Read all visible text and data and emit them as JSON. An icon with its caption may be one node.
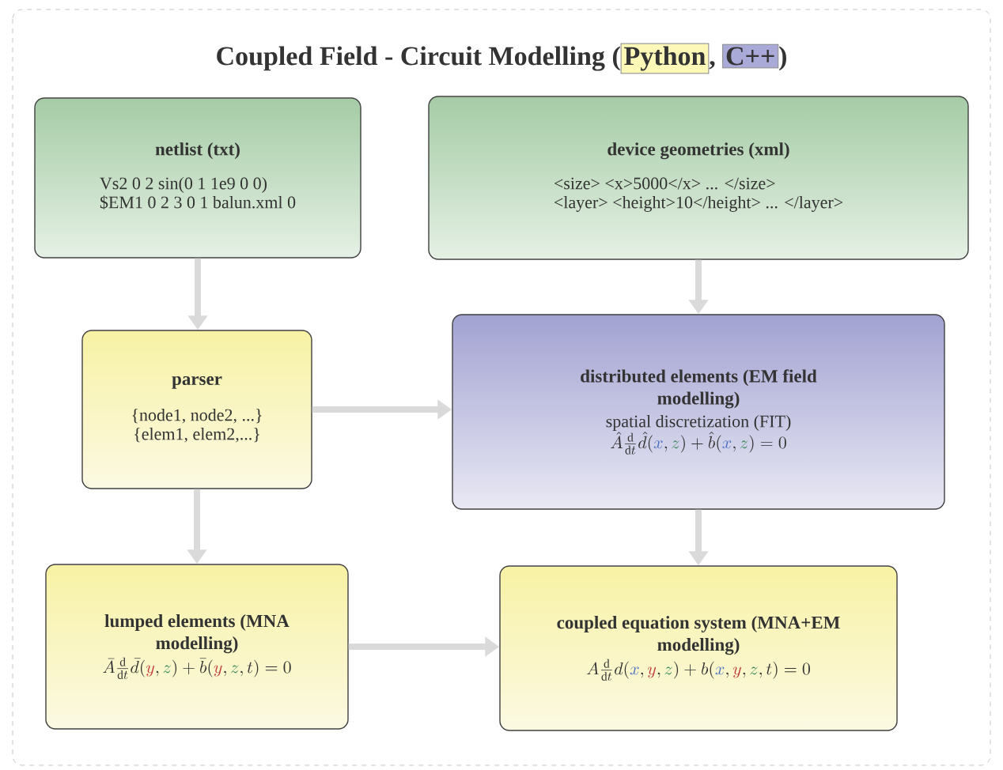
{
  "diagram": {
    "title": "Coupled Field - Circuit Modelling",
    "nodes": [
      {
        "text": [
          "netlist (txt)",
          "Vs2 0 2 sin(0 1 1e9 0 0)",
          "$EM1 0 2 3 0 1 balun.xml 0"
        ]
      },
      {
        "text": [
          "device geometries (xml)",
          "<size> <x>5000</x> ... </size>",
          "<layer> <height>10</height> ... </layer>"
        ]
      },
      {
        "text": [
          "parser",
          "{node1, node2, ...}",
          "{elem1, elem2,...}"
        ]
      },
      {
        "text": [
          "distributed elements (EM field modelling)",
          "spatial discretization (FIT)",
          "\\hat{A}\\frac{\\mathrm{d}}{\\mathrm{d}t}\\hat{d}(\\textcolor{vx}{x},\\textcolor{vz}{z})+\\hat{b}(\\textcolor{vx}{x},\\textcolor{vz}{z})=0"
        ]
      },
      {
        "text": [
          "lumped elements (MNA modelling)",
          "\\bar{A}\\frac{\\mathrm{d}}{\\mathrm{d}t}\\bar{d}(\\textcolor{vy}{y},\\textcolor{vz}{z})+\\bar{b}(\\textcolor{vy}{y},\\textcolor{vz}{z},t)=0"
        ]
      },
      {
        "text": [
          "coupled equation system (MNA+EM modelling)",
          "A\\frac{\\mathrm{d}}{\\mathrm{d}t}d(\\textcolor{vx}{x},\\textcolor{vy}{y},\\textcolor{vz}{z})+b(\\textcolor{vx}{x},\\textcolor{vy}{y},\\textcolor{vz}{z},t)=0"
        ]
      }
    ],
    "edges": [
      {
        "from": 0,
        "to": 2,
        "arrow": "to"
      },
      {
        "from": 1,
        "to": 3,
        "arrow": "to"
      },
      {
        "from": 2,
        "to": 3,
        "arrow": "to"
      },
      {
        "from": 2,
        "to": 4,
        "arrow": "to"
      },
      {
        "from": 3,
        "to": 5,
        "arrow": "to"
      },
      {
        "from": 4,
        "to": 5,
        "arrow": "to"
      }
    ],
    "labels": [
      "(",
      ",",
      ")"
    ],
    "legend": [
      {
        "text": "Python",
        "color": "#fdf8b8"
      },
      {
        "text": "C++",
        "color": "#aaaad8"
      }
    ]
  }
}
